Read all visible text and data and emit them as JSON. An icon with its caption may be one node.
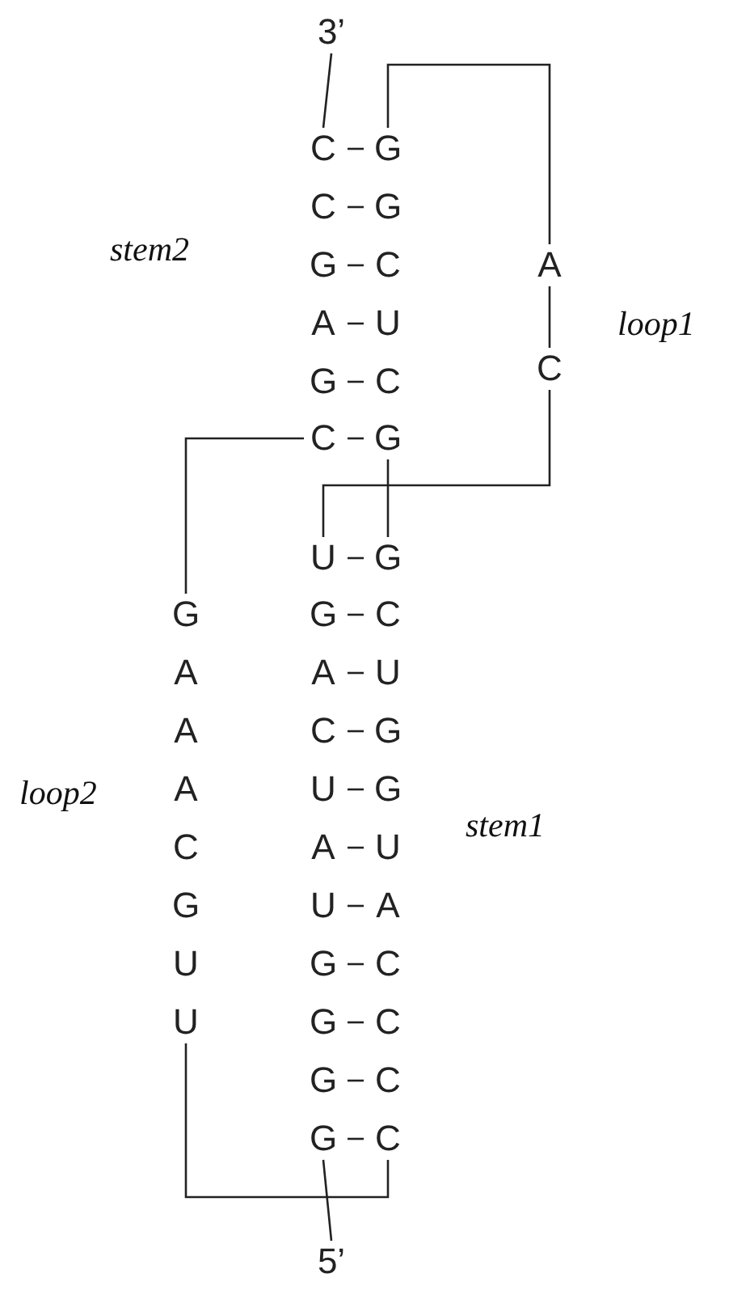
{
  "diagram": {
    "nodes": [
      {
        "text": [
          "3’"
        ]
      },
      {
        "text": [
          "C"
        ]
      },
      {
        "text": [
          "G"
        ]
      },
      {
        "text": [
          "C"
        ]
      },
      {
        "text": [
          "G"
        ]
      },
      {
        "text": [
          "G"
        ]
      },
      {
        "text": [
          "C"
        ]
      },
      {
        "text": [
          "A"
        ]
      },
      {
        "text": [
          "U"
        ]
      },
      {
        "text": [
          "G"
        ]
      },
      {
        "text": [
          "C"
        ]
      },
      {
        "text": [
          "C"
        ]
      },
      {
        "text": [
          "G"
        ]
      },
      {
        "text": [
          "A"
        ]
      },
      {
        "text": [
          "C"
        ]
      },
      {
        "text": [
          "U"
        ]
      },
      {
        "text": [
          "G"
        ]
      },
      {
        "text": [
          "G"
        ]
      },
      {
        "text": [
          "C"
        ]
      },
      {
        "text": [
          "A"
        ]
      },
      {
        "text": [
          "U"
        ]
      },
      {
        "text": [
          "C"
        ]
      },
      {
        "text": [
          "G"
        ]
      },
      {
        "text": [
          "U"
        ]
      },
      {
        "text": [
          "G"
        ]
      },
      {
        "text": [
          "A"
        ]
      },
      {
        "text": [
          "U"
        ]
      },
      {
        "text": [
          "U"
        ]
      },
      {
        "text": [
          "A"
        ]
      },
      {
        "text": [
          "G"
        ]
      },
      {
        "text": [
          "C"
        ]
      },
      {
        "text": [
          "G"
        ]
      },
      {
        "text": [
          "C"
        ]
      },
      {
        "text": [
          "G"
        ]
      },
      {
        "text": [
          "C"
        ]
      },
      {
        "text": [
          "G"
        ]
      },
      {
        "text": [
          "C"
        ]
      },
      {
        "text": [
          "G"
        ]
      },
      {
        "text": [
          "A"
        ]
      },
      {
        "text": [
          "A"
        ]
      },
      {
        "text": [
          "A"
        ]
      },
      {
        "text": [
          "C"
        ]
      },
      {
        "text": [
          "G"
        ]
      },
      {
        "text": [
          "U"
        ]
      },
      {
        "text": [
          "U"
        ]
      },
      {
        "text": [
          "5’"
        ]
      }
    ],
    "edges": [
      {
        "from": 1,
        "to": 2,
        "arrow": "none"
      },
      {
        "from": 3,
        "to": 4,
        "arrow": "none"
      },
      {
        "from": 5,
        "to": 6,
        "arrow": "none"
      },
      {
        "from": 7,
        "to": 8,
        "arrow": "none"
      },
      {
        "from": 9,
        "to": 10,
        "arrow": "none"
      },
      {
        "from": 11,
        "to": 12,
        "arrow": "none"
      },
      {
        "from": 15,
        "to": 16,
        "arrow": "none"
      },
      {
        "from": 17,
        "to": 18,
        "arrow": "none"
      },
      {
        "from": 19,
        "to": 20,
        "arrow": "none"
      },
      {
        "from": 21,
        "to": 22,
        "arrow": "none"
      },
      {
        "from": 23,
        "to": 24,
        "arrow": "none"
      },
      {
        "from": 25,
        "to": 26,
        "arrow": "none"
      },
      {
        "from": 27,
        "to": 28,
        "arrow": "none"
      },
      {
        "from": 29,
        "to": 30,
        "arrow": "none"
      },
      {
        "from": 31,
        "to": 32,
        "arrow": "none"
      },
      {
        "from": 33,
        "to": 34,
        "arrow": "none"
      },
      {
        "from": 35,
        "to": 36,
        "arrow": "none"
      },
      {
        "from": 45,
        "to": 35,
        "arrow": "none"
      },
      {
        "from": 36,
        "to": 44,
        "arrow": "none"
      },
      {
        "from": 37,
        "to": 11,
        "arrow": "none"
      },
      {
        "from": 12,
        "to": 16,
        "arrow": "none"
      },
      {
        "from": 15,
        "to": 14,
        "arrow": "none"
      },
      {
        "from": 14,
        "to": 13,
        "arrow": "none"
      },
      {
        "from": 13,
        "to": 2,
        "arrow": "none"
      },
      {
        "from": 1,
        "to": 0,
        "arrow": "none"
      }
    ],
    "labels": [
      "stem2",
      "loop1",
      "loop2",
      "stem1"
    ]
  }
}
